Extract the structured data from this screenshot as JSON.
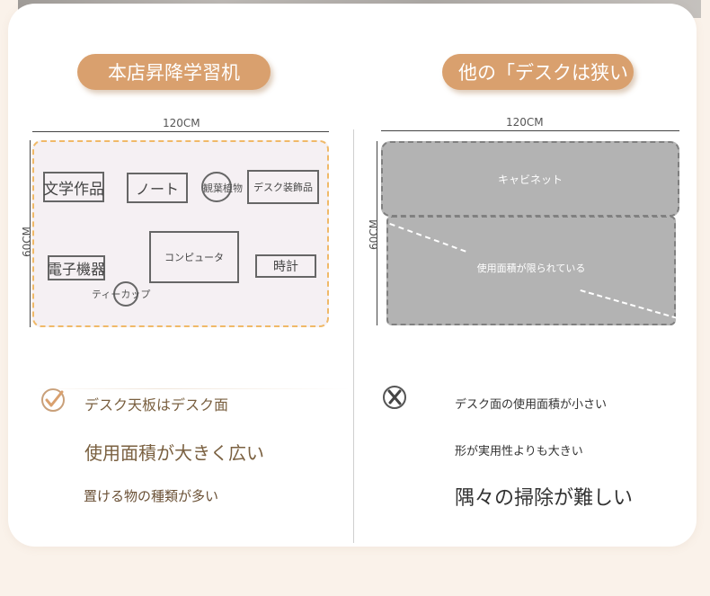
{
  "colors": {
    "background": "#faf2ea",
    "accent": "#d9a06e",
    "desk_left": "#f5f0f3",
    "desk_right": "#b3b3b3",
    "dashed_border": "#f0b968"
  },
  "left": {
    "title": "本店昇降学習机",
    "width_label": "120CM",
    "height_label": "60CM",
    "items": {
      "book": "文学作品",
      "note": "ノート",
      "plant": "観葉植物",
      "decor": "デスク装飾品",
      "electronics": "電子機器",
      "computer": "コンピュータ",
      "clock": "時計",
      "cup": "ティーカップ"
    },
    "features": [
      "デスク天板はデスク面",
      "使用面積が大きく広い",
      "置ける物の種類が多い"
    ],
    "feature_icon": "check-circle-icon"
  },
  "right": {
    "title": "他の「デスクは狭い",
    "width_label": "120CM",
    "height_label": "60CM",
    "cabinet": "キャビネット",
    "limited": "使用面積が限られている",
    "features": [
      "デスク面の使用面積が小さい",
      "形が実用性よりも大きい",
      "隅々の掃除が難しい"
    ],
    "feature_icon": "x-circle-icon"
  }
}
